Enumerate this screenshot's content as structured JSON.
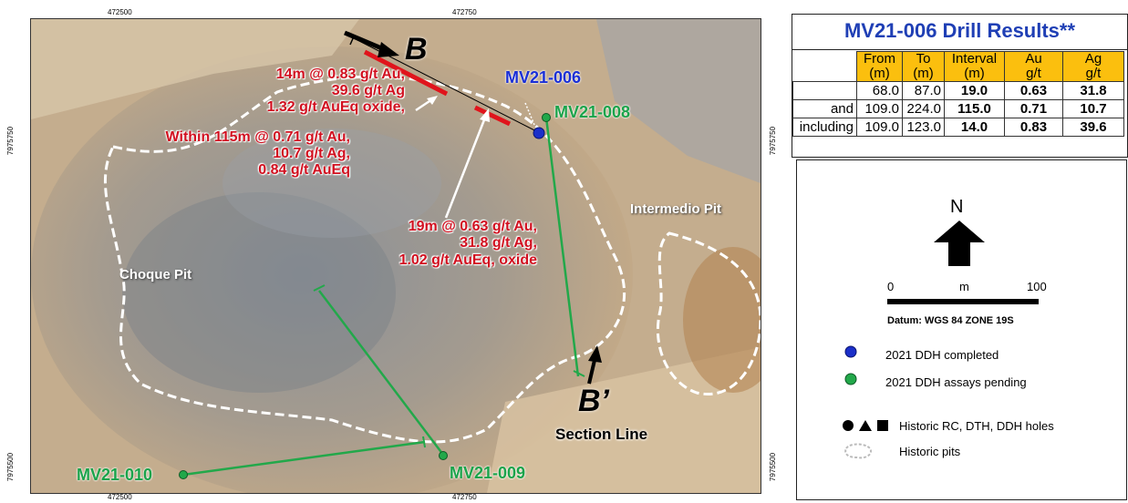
{
  "map": {
    "ticks": {
      "top": [
        "472500",
        "472750"
      ],
      "bottom": [
        "472500",
        "472750"
      ],
      "left": [
        "7975750",
        "7975500"
      ],
      "right": [
        "7975750",
        "7975500"
      ]
    },
    "section_start": "B",
    "section_end": "B’",
    "section_line_label": "Section Line",
    "pits": [
      "Choque Pit",
      "Intermedio Pit"
    ],
    "holes": [
      "MV21-006",
      "MV21-008",
      "MV21-009",
      "MV21-010"
    ],
    "callout_upper": [
      "14m @ 0.83 g/t Au,",
      "39.6 g/t Ag",
      "1.32 g/t AuEq  oxide,",
      "Within 115m @ 0.71 g/t Au,",
      "10.7 g/t Ag,",
      "0.84 g/t AuEq"
    ],
    "callout_lower": [
      "19m @ 0.63 g/t Au,",
      "31.8 g/t Ag,",
      "1.02 g/t AuEq, oxide"
    ],
    "colors": {
      "completed": "#1b2fc9",
      "pending": "#22a84a",
      "intercept": "#e0141c",
      "pit_outline": "#ffffff"
    }
  },
  "results": {
    "title": "MV21-006 Drill Results**",
    "header_top": [
      "",
      "From",
      "To",
      "Interval",
      "Au",
      "Ag"
    ],
    "header_units": [
      "",
      "(m)",
      "(m)",
      "(m)",
      "g/t",
      "g/t"
    ],
    "rows": [
      [
        "",
        "68.0",
        "87.0",
        "19.0",
        "0.63",
        "31.8"
      ],
      [
        "and",
        "109.0",
        "224.0",
        "115.0",
        "0.71",
        "10.7"
      ],
      [
        "including",
        "109.0",
        "123.0",
        "14.0",
        "0.83",
        "39.6"
      ]
    ],
    "header_color": "#fbbf0e"
  },
  "legend": {
    "north": "N",
    "scale_start": "0",
    "scale_unit": "m",
    "scale_end": "100",
    "datum": "Datum: WGS 84 ZONE 19S",
    "items": [
      "2021 DDH completed",
      "2021 DDH assays pending",
      "Historic RC, DTH, DDH holes",
      "Historic pits"
    ]
  }
}
